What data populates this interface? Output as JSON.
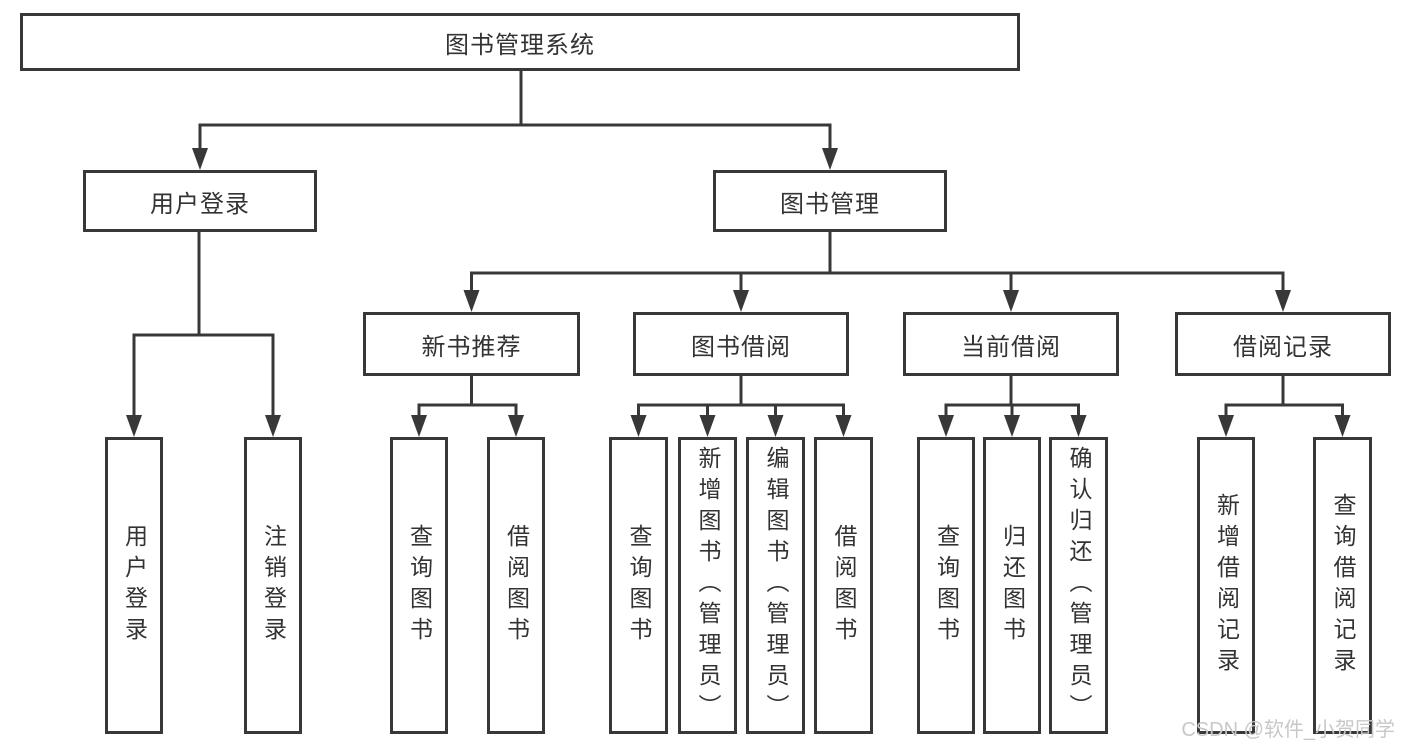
{
  "title": "图书管理系统",
  "tree": {
    "root": "图书管理系统",
    "user_login": {
      "label": "用户登录",
      "children": [
        "用户登录",
        "注销登录"
      ]
    },
    "book_management": {
      "label": "图书管理",
      "groups": [
        {
          "label": "新书推荐",
          "children": [
            "查询图书",
            "借阅图书"
          ]
        },
        {
          "label": "图书借阅",
          "children": [
            "查询图书",
            "新增图书（管理员）",
            "编辑图书（管理员）",
            "借阅图书"
          ]
        },
        {
          "label": "当前借阅",
          "children": [
            "查询图书",
            "归还图书",
            "确认归还（管理员）"
          ]
        },
        {
          "label": "借阅记录",
          "children": [
            "新增借阅记录",
            "查询借阅记录"
          ]
        }
      ]
    }
  },
  "watermark": "CSDN @软件_小贺同学",
  "colors": {
    "line": "#383838",
    "box_fill": "#ffffff",
    "text": "#333333",
    "watermark": "#c8c8c8"
  }
}
